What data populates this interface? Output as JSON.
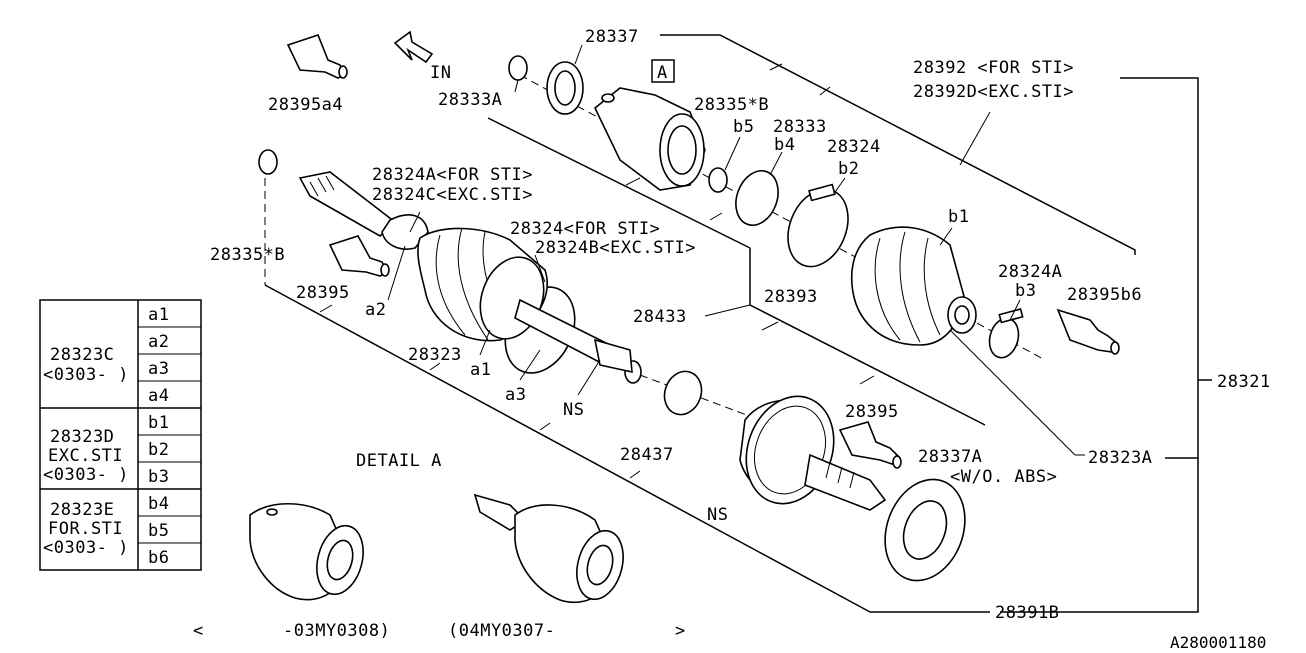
{
  "diagram": {
    "code": "A280001180",
    "detail_title": "DETAIL A",
    "box_marker": "A",
    "in_arrow_label": "IN",
    "ranges": {
      "open_left": "<",
      "left_range": "-03MY0308)",
      "right_range": "(04MY0307-",
      "close_right": ">"
    },
    "labels": {
      "p28395a4": "28395a4",
      "p28333A": "28333A",
      "p28337": "28337",
      "p28392": "28392 <FOR STI>",
      "p28392D": "28392D<EXC.STI>",
      "p28335B_top": "28335*B",
      "p28333": "28333",
      "b5": "b5",
      "b4": "b4",
      "p28324": "28324",
      "b2": "b2",
      "b1": "b1",
      "p28324A_sti": "28324A<FOR STI>",
      "p28324C": "28324C<EXC.STI>",
      "p28324_sti": "28324<FOR STI>",
      "p28324B": "28324B<EXC.STI>",
      "p28335B_left": "28335*B",
      "p28395_left": "28395",
      "a2": "a2",
      "p28324A": "28324A",
      "b3": "b3",
      "p28395b6": "28395b6",
      "p28433": "28433",
      "p28393": "28393",
      "p28323": "28323",
      "a1": "a1",
      "a3": "a3",
      "NS_mid": "NS",
      "p28321": "28321",
      "p28395_right": "28395",
      "p28437": "28437",
      "p28337A": "28337A",
      "wo_abs": "<W/O. ABS>",
      "p28323A": "28323A",
      "NS_low": "NS",
      "p28391B": "28391B"
    },
    "legend": {
      "groups": [
        {
          "lines": [
            "28323C",
            "<0303-  )"
          ],
          "codes": [
            "a1",
            "a2",
            "a3",
            "a4"
          ]
        },
        {
          "lines": [
            "28323D",
            "EXC.STI",
            "<0303-  )"
          ],
          "codes": [
            "b1",
            "b2",
            "b3"
          ]
        },
        {
          "lines": [
            "28323E",
            "FOR.STI",
            "<0303-  )"
          ],
          "codes": [
            "b4",
            "b5",
            "b6"
          ]
        }
      ]
    }
  }
}
